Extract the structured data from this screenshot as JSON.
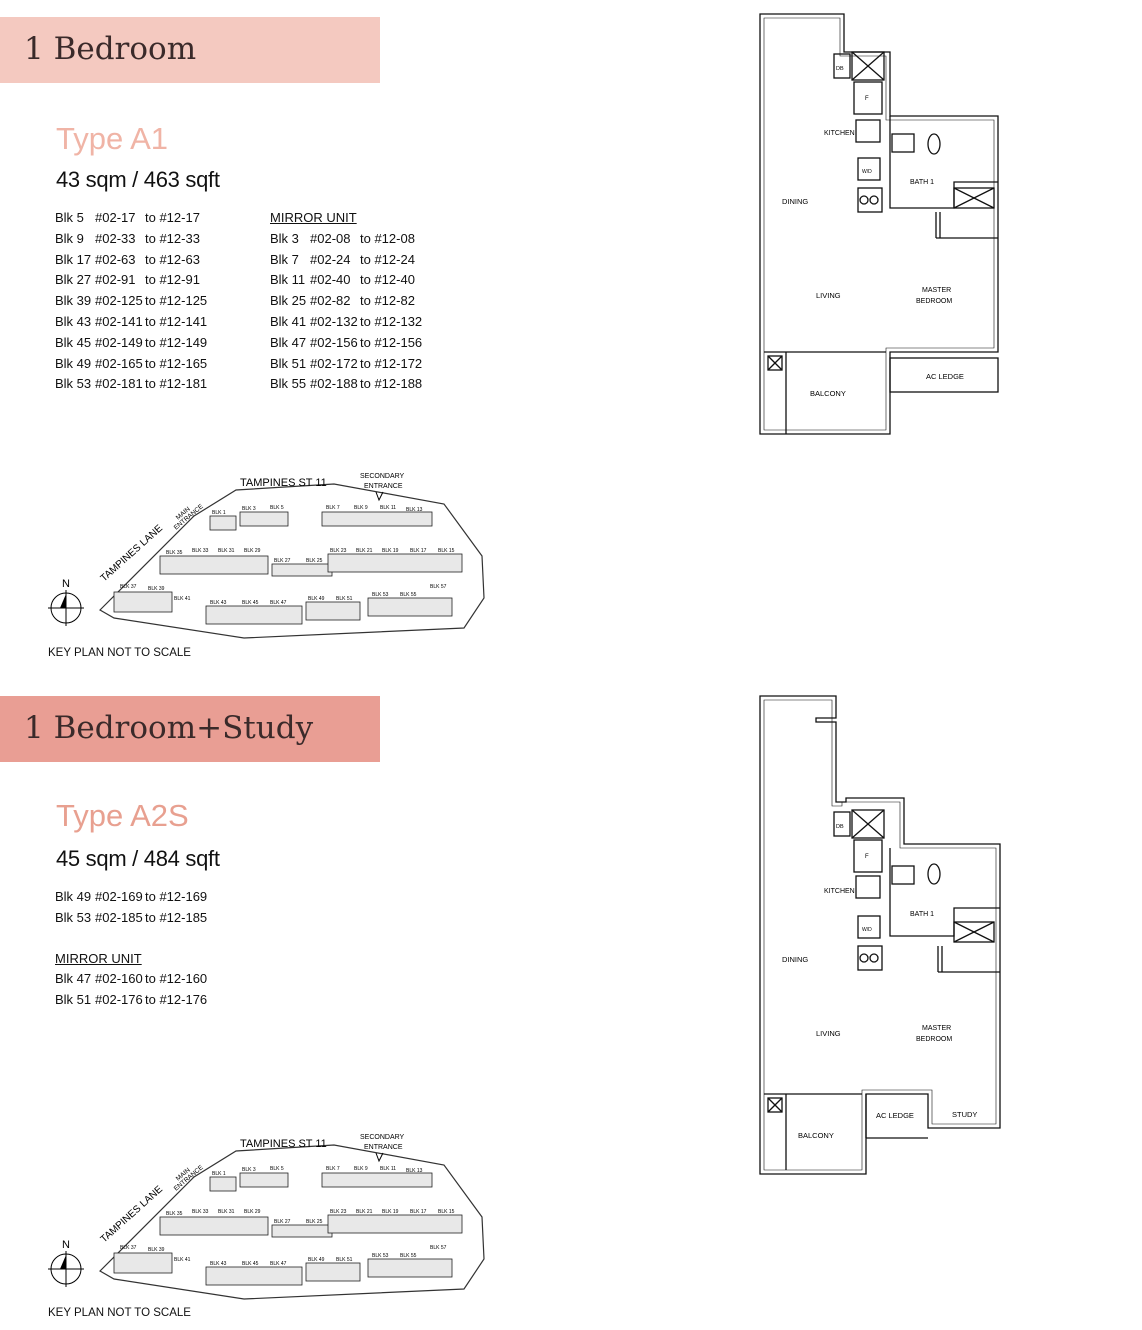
{
  "colors": {
    "banner1": "#f4c9c0",
    "banner2": "#e99e94",
    "type_title": "#e8a090"
  },
  "sections": [
    {
      "banner": "1 Bedroom",
      "type": "Type A1",
      "area": "43 sqm / 463 sqft",
      "units": [
        [
          "Blk 5",
          "#02-17",
          "to #12-17"
        ],
        [
          "Blk 9",
          "#02-33",
          "to #12-33"
        ],
        [
          "Blk 17",
          "#02-63",
          "to #12-63"
        ],
        [
          "Blk 27",
          "#02-91",
          "to #12-91"
        ],
        [
          "Blk 39",
          "#02-125",
          "to #12-125"
        ],
        [
          "Blk 43",
          "#02-141",
          "to #12-141"
        ],
        [
          "Blk 45",
          "#02-149",
          "to #12-149"
        ],
        [
          "Blk 49",
          "#02-165",
          "to #12-165"
        ],
        [
          "Blk 53",
          "#02-181",
          "to #12-181"
        ]
      ],
      "mirror_label": "MIRROR UNIT",
      "mirror_units": [
        [
          "Blk 3",
          "#02-08",
          "to #12-08"
        ],
        [
          "Blk 7",
          "#02-24",
          "to #12-24"
        ],
        [
          "Blk 11",
          "#02-40",
          "to #12-40"
        ],
        [
          "Blk 25",
          "#02-82",
          "to #12-82"
        ],
        [
          "Blk 41",
          "#02-132",
          "to #12-132"
        ],
        [
          "Blk 47",
          "#02-156",
          "to #12-156"
        ],
        [
          "Blk 51",
          "#02-172",
          "to #12-172"
        ],
        [
          "Blk 55",
          "#02-188",
          "to #12-188"
        ]
      ],
      "keyplan_caption": "KEY PLAN NOT TO SCALE",
      "floorplan": {
        "db": "DB",
        "fridge": "F",
        "kitchen": "KITCHEN",
        "wd": "W/D",
        "bath": "BATH 1",
        "dining": "DINING",
        "living": "LIVING",
        "master": "MASTER",
        "bedroom": "BEDROOM",
        "acledge": "AC LEDGE",
        "balcony": "BALCONY"
      }
    },
    {
      "banner": "1 Bedroom+Study",
      "type": "Type A2S",
      "area": "45 sqm / 484 sqft",
      "units": [
        [
          "Blk 49",
          "#02-169",
          "to #12-169"
        ],
        [
          "Blk 53",
          "#02-185",
          "to #12-185"
        ]
      ],
      "mirror_label": "MIRROR UNIT",
      "mirror_units": [
        [
          "Blk 47",
          "#02-160",
          "to #12-160"
        ],
        [
          "Blk 51",
          "#02-176",
          "to #12-176"
        ]
      ],
      "keyplan_caption": "KEY PLAN NOT TO SCALE",
      "floorplan": {
        "db": "DB",
        "fridge": "F",
        "kitchen": "KITCHEN",
        "wd": "W/D",
        "bath": "BATH 1",
        "dining": "DINING",
        "living": "LIVING",
        "master": "MASTER",
        "bedroom": "BEDROOM",
        "acledge": "AC LEDGE",
        "balcony": "BALCONY",
        "study": "STUDY"
      }
    }
  ],
  "keyplan": {
    "road_top": "TAMPINES ST 11",
    "road_left": "TAMPINES LANE",
    "main": "MAIN",
    "entrance": "ENTRANCE",
    "secondary": "SECONDARY",
    "north": "N",
    "blocks_row1": [
      "BLK 1",
      "BLK 3",
      "BLK 5",
      "BLK 7",
      "BLK 9",
      "BLK 11",
      "BLK 13"
    ],
    "blocks_row2": [
      "BLK 35",
      "BLK 33",
      "BLK 31",
      "BLK 29",
      "BLK 27",
      "BLK 25",
      "BLK 23",
      "BLK 21",
      "BLK 19",
      "BLK 17",
      "BLK 15"
    ],
    "blocks_row3": [
      "BLK 37",
      "BLK 39",
      "BLK 41",
      "BLK 43",
      "BLK 45",
      "BLK 47",
      "BLK 49",
      "BLK 51",
      "BLK 53",
      "BLK 55",
      "BLK 57"
    ]
  }
}
